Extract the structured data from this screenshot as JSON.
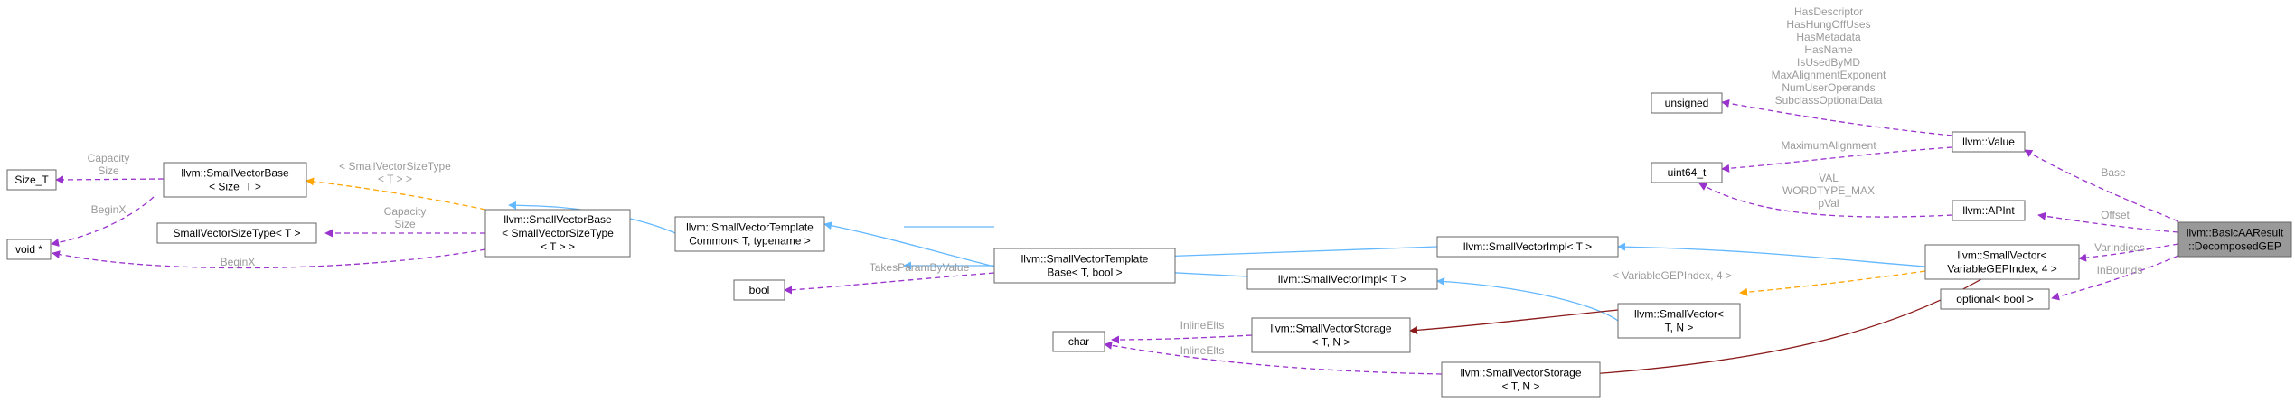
{
  "nodes": {
    "size_t": [
      "Size_T"
    ],
    "void_ptr": [
      "void *"
    ],
    "svb_size_t": [
      "llvm::SmallVectorBase",
      "< Size_T >"
    ],
    "svsizetype": [
      "SmallVectorSizeType< T >"
    ],
    "svb_svst": [
      "llvm::SmallVectorBase",
      "< SmallVectorSizeType",
      "< T > >"
    ],
    "svtc": [
      "llvm::SmallVectorTemplate",
      "Common< T, typename >"
    ],
    "bool": [
      "bool"
    ],
    "svtb": [
      "llvm::SmallVectorTemplate",
      "Base< T, bool >"
    ],
    "svimpl_bottom": [
      "llvm::SmallVectorImpl< T >"
    ],
    "svimpl_top": [
      "llvm::SmallVectorImpl< T >"
    ],
    "char": [
      "char"
    ],
    "svstorage_mid": [
      "llvm::SmallVectorStorage",
      "< T, N >"
    ],
    "svstorage_bottom": [
      "llvm::SmallVectorStorage",
      "< T, N >"
    ],
    "unsigned": [
      "unsigned"
    ],
    "uint64": [
      "uint64_t"
    ],
    "value": [
      "llvm::Value"
    ],
    "apint": [
      "llvm::APInt"
    ],
    "smallvector_tn": [
      "llvm::SmallVector<",
      "T, N >"
    ],
    "smallvector_var": [
      "llvm::SmallVector<",
      "VariableGEPIndex, 4 >"
    ],
    "optional_bool": [
      "optional< bool >"
    ],
    "decomposed": [
      "llvm::BasicAAResult",
      "::DecomposedGEP"
    ]
  },
  "edge_labels": {
    "svb_size_t_cap": [
      "Capacity",
      "Size"
    ],
    "svb_size_t_beginx": [
      "BeginX"
    ],
    "tmpl_svst": [
      "< SmallVectorSizeType",
      "< T > >"
    ],
    "svb_svst_cap": [
      "Capacity",
      "Size"
    ],
    "svb_svst_beginx": [
      "BeginX"
    ],
    "takes_by_value": [
      "TakesParamByValue"
    ],
    "value_unsigned": [
      "HasDescriptor",
      "HasHungOffUses",
      "HasMetadata",
      "HasName",
      "IsUsedByMD",
      "MaxAlignmentExponent",
      "NumUserOperands",
      "SubclassOptionalData"
    ],
    "value_uint64": [
      "MaximumAlignment"
    ],
    "apint_uint64": [
      "VAL",
      "WORDTYPE_MAX",
      "pVal"
    ],
    "tmpl_var": [
      "< VariableGEPIndex, 4 >"
    ],
    "inline_mid": [
      "InlineElts"
    ],
    "inline_bottom": [
      "InlineElts"
    ],
    "base": [
      "Base"
    ],
    "offset": [
      "Offset"
    ],
    "varindices": [
      "VarIndices"
    ],
    "inbounds": [
      "InBounds"
    ]
  }
}
